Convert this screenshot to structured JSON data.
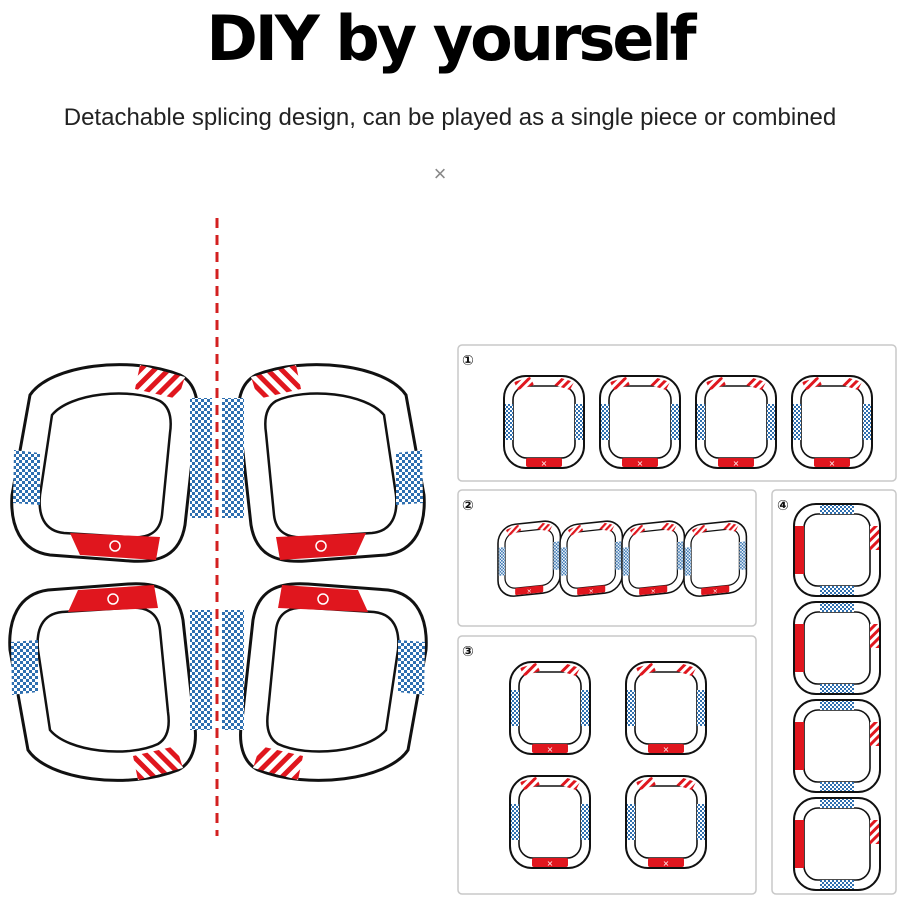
{
  "header": {
    "title": "DIY by yourself",
    "subtitle": "Detachable splicing design, can be played as a single piece or combined"
  },
  "close_glyph": "×",
  "panels": [
    {
      "label": "①",
      "layout": "row"
    },
    {
      "label": "②",
      "layout": "angled-row"
    },
    {
      "label": "③",
      "layout": "grid"
    },
    {
      "label": "④",
      "layout": "column"
    }
  ],
  "colors": {
    "red": "#e0161e",
    "blue": "#2e6fb0",
    "divider": "#d32020",
    "outline": "#111111",
    "panel_border": "#c8c8c8"
  }
}
